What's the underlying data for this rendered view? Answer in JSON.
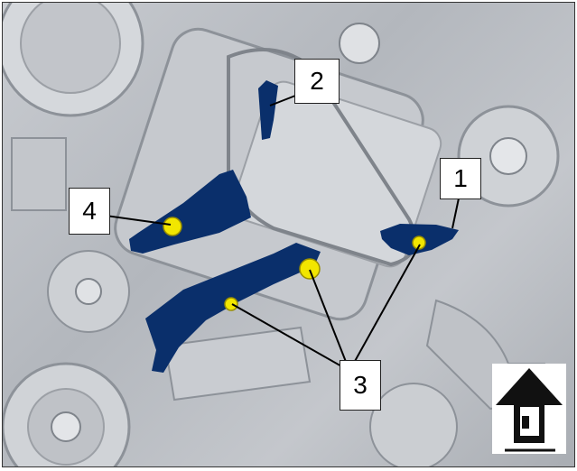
{
  "diagram": {
    "callouts": [
      {
        "id": "c1",
        "label": "1"
      },
      {
        "id": "c2",
        "label": "2"
      },
      {
        "id": "c3",
        "label": "3"
      },
      {
        "id": "c4",
        "label": "4"
      }
    ],
    "colors": {
      "guide": "#0a2f6b",
      "bolt": "#f2e600",
      "engine_light": "#d3d6da",
      "engine_dark": "#8d9299",
      "line": "#000000"
    },
    "icons": [
      "front-arrow-icon"
    ]
  }
}
